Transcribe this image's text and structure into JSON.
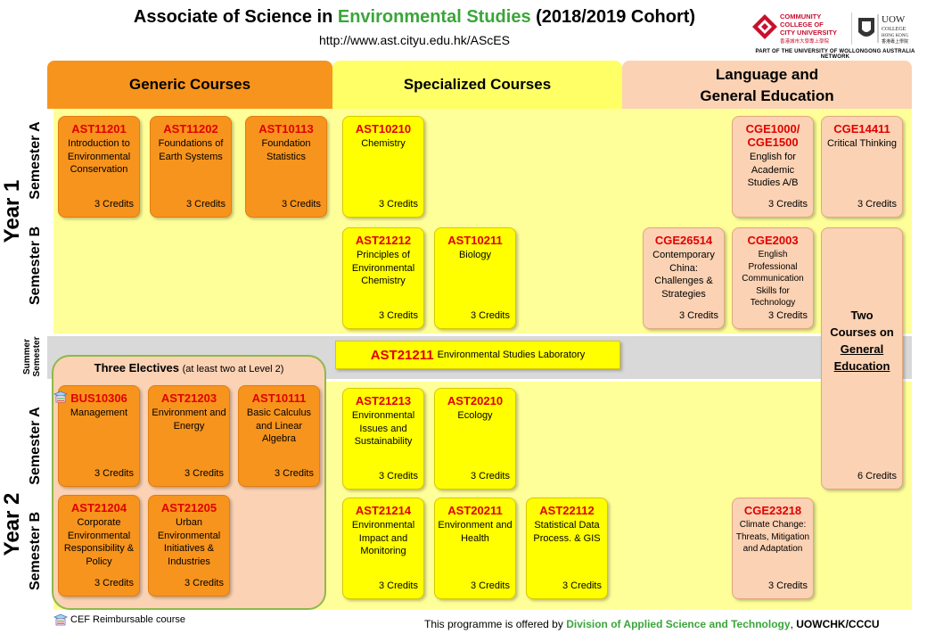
{
  "title": {
    "prefix": "Associate of Science in",
    "highlight": "Environmental Studies",
    "suffix": "(2018/2019 Cohort)"
  },
  "url": "http://www.ast.cityu.edu.hk/AScES",
  "logos": {
    "ccc_lines": [
      "COMMUNITY",
      "COLLEGE OF",
      "CITY UNIVERSITY",
      "香港城市大學專上學院"
    ],
    "uow_lines": [
      "UOW",
      "COLLEGE",
      "HONG KONG",
      "香港專上學院"
    ],
    "network": "PART OF THE UNIVERSITY OF WOLLONGONG AUSTRALIA NETWORK"
  },
  "headers": {
    "generic": "Generic Courses",
    "specialized": "Specialized Courses",
    "lang_line1": "Language and",
    "lang_line2": "General Education"
  },
  "labels": {
    "year1": "Year 1",
    "year2": "Year 2",
    "semA": "Semester A",
    "semB": "Semester B",
    "summer1": "Summer",
    "summer2": "Semester"
  },
  "y1a": [
    {
      "code": "AST11201",
      "name": "Introduction to Environmental Conservation",
      "credits": "3 Credits"
    },
    {
      "code": "AST11202",
      "name": "Foundations of Earth Systems",
      "credits": "3 Credits"
    },
    {
      "code": "AST10113",
      "name": "Foundation Statistics",
      "credits": "3 Credits"
    },
    {
      "code": "AST10210",
      "name": "Chemistry",
      "credits": "3 Credits"
    },
    {
      "code": "CGE1000/ CGE1500",
      "name": "English for Academic Studies A/B",
      "credits": "3 Credits"
    },
    {
      "code": "CGE14411",
      "name": "Critical Thinking",
      "credits": "3 Credits"
    }
  ],
  "y1b": [
    {
      "code": "AST21212",
      "name": "Principles of Environmental Chemistry",
      "credits": "3 Credits"
    },
    {
      "code": "AST10211",
      "name": "Biology",
      "credits": "3 Credits"
    },
    {
      "code": "CGE26514",
      "name": "Contemporary China: Challenges & Strategies",
      "credits": "3 Credits"
    },
    {
      "code": "CGE2003",
      "name": "English Professional Communication Skills for Technology",
      "credits": "3 Credits"
    }
  ],
  "ge": {
    "line1": "Two",
    "line2": "Courses on",
    "line3": "General",
    "line4": "Education",
    "credits": "6 Credits"
  },
  "summer": {
    "code": "AST21211",
    "name": "Environmental Studies Laboratory"
  },
  "electives": {
    "title": "Three Electives",
    "subtitle": "(at least two at Level 2)"
  },
  "y2_electives": [
    {
      "code": "BUS10306",
      "name": "Management",
      "credits": "3 Credits"
    },
    {
      "code": "AST21203",
      "name": "Environment and Energy",
      "credits": "3 Credits"
    },
    {
      "code": "AST10111",
      "name": "Basic Calculus and Linear Algebra",
      "credits": "3 Credits"
    },
    {
      "code": "AST21204",
      "name": "Corporate Environmental Responsibility & Policy",
      "credits": "3 Credits"
    },
    {
      "code": "AST21205",
      "name": "Urban Environmental Initiatives & Industries",
      "credits": "3 Credits"
    }
  ],
  "y2a": [
    {
      "code": "AST21213",
      "name": "Environmental Issues and Sustainability",
      "credits": "3 Credits"
    },
    {
      "code": "AST20210",
      "name": "Ecology",
      "credits": "3 Credits"
    }
  ],
  "y2b": [
    {
      "code": "AST21214",
      "name": "Environmental Impact and Monitoring",
      "credits": "3 Credits"
    },
    {
      "code": "AST20211",
      "name": "Environment and Health",
      "credits": "3 Credits"
    },
    {
      "code": "AST22112",
      "name": "Statistical Data Process. & GIS",
      "credits": "3 Credits"
    },
    {
      "code": "CGE23218",
      "name": "Climate Change: Threats, Mitigation and Adaptation",
      "credits": "3 Credits"
    }
  ],
  "cef_legend": "CEF Reimbursable course",
  "footer": {
    "prefix": "This programme is offered by",
    "division": "Division of Applied Science and Technology",
    "sep": ",",
    "inst": "UOWCHK/CCCU"
  },
  "colors": {
    "generic": "#f7941d",
    "specialized": "#ffff00",
    "lang": "#fbd2b4",
    "band": "#ffff99",
    "summer": "#d9d9d9",
    "code": "#e00000",
    "accent": "#3aa63a"
  }
}
